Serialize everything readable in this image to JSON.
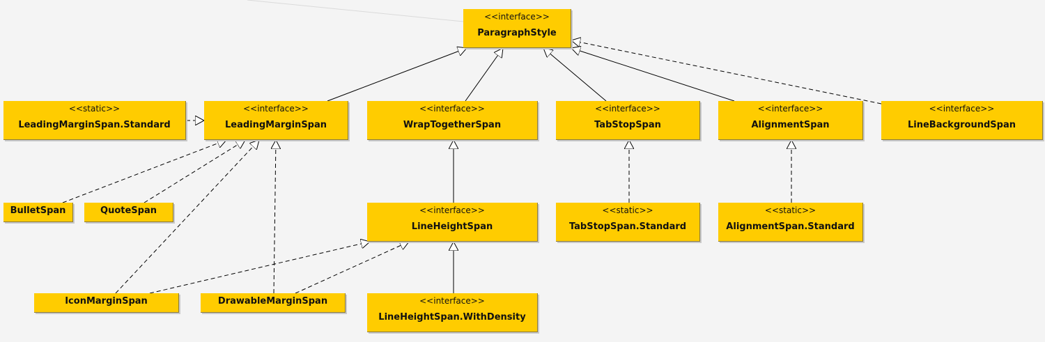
{
  "stereotypes": {
    "interface": "<<interface>>",
    "static": "<<static>>"
  },
  "nodes": {
    "paragraph_style": {
      "name": "ParagraphStyle",
      "stereotype": "<<interface>>"
    },
    "leading_margin_span_standard": {
      "name": "LeadingMarginSpan.Standard",
      "stereotype": "<<static>>"
    },
    "leading_margin_span": {
      "name": "LeadingMarginSpan",
      "stereotype": "<<interface>>"
    },
    "wrap_together_span": {
      "name": "WrapTogetherSpan",
      "stereotype": "<<interface>>"
    },
    "tab_stop_span": {
      "name": "TabStopSpan",
      "stereotype": "<<interface>>"
    },
    "alignment_span": {
      "name": "AlignmentSpan",
      "stereotype": "<<interface>>"
    },
    "line_background_span": {
      "name": "LineBackgroundSpan",
      "stereotype": "<<interface>>"
    },
    "bullet_span": {
      "name": "BulletSpan"
    },
    "quote_span": {
      "name": "QuoteSpan"
    },
    "line_height_span": {
      "name": "LineHeightSpan",
      "stereotype": "<<interface>>"
    },
    "tab_stop_span_standard": {
      "name": "TabStopSpan.Standard",
      "stereotype": "<<static>>"
    },
    "alignment_span_standard": {
      "name": "AlignmentSpan.Standard",
      "stereotype": "<<static>>"
    },
    "icon_margin_span": {
      "name": "IconMarginSpan"
    },
    "drawable_margin_span": {
      "name": "DrawableMarginSpan"
    },
    "line_height_span_with_density": {
      "name": "LineHeightSpan.WithDensity",
      "stereotype": "<<interface>>"
    }
  },
  "edges": [
    {
      "from": "leading_margin_span",
      "to": "paragraph_style",
      "kind": "extends"
    },
    {
      "from": "wrap_together_span",
      "to": "paragraph_style",
      "kind": "extends"
    },
    {
      "from": "tab_stop_span",
      "to": "paragraph_style",
      "kind": "extends"
    },
    {
      "from": "alignment_span",
      "to": "paragraph_style",
      "kind": "extends"
    },
    {
      "from": "line_background_span",
      "to": "paragraph_style",
      "kind": "implements"
    },
    {
      "from": "leading_margin_span_standard",
      "to": "leading_margin_span",
      "kind": "implements"
    },
    {
      "from": "bullet_span",
      "to": "leading_margin_span",
      "kind": "implements"
    },
    {
      "from": "quote_span",
      "to": "leading_margin_span",
      "kind": "implements"
    },
    {
      "from": "icon_margin_span",
      "to": "leading_margin_span",
      "kind": "implements"
    },
    {
      "from": "drawable_margin_span",
      "to": "leading_margin_span",
      "kind": "implements"
    },
    {
      "from": "line_height_span",
      "to": "wrap_together_span",
      "kind": "extends"
    },
    {
      "from": "icon_margin_span",
      "to": "line_height_span",
      "kind": "implements"
    },
    {
      "from": "drawable_margin_span",
      "to": "line_height_span",
      "kind": "implements"
    },
    {
      "from": "line_height_span_with_density",
      "to": "line_height_span",
      "kind": "extends"
    },
    {
      "from": "tab_stop_span_standard",
      "to": "tab_stop_span",
      "kind": "implements"
    },
    {
      "from": "alignment_span_standard",
      "to": "alignment_span",
      "kind": "implements"
    }
  ],
  "colors": {
    "node_fill": "#ffcc00",
    "line": "#000000",
    "background": "#f4f4f4"
  }
}
